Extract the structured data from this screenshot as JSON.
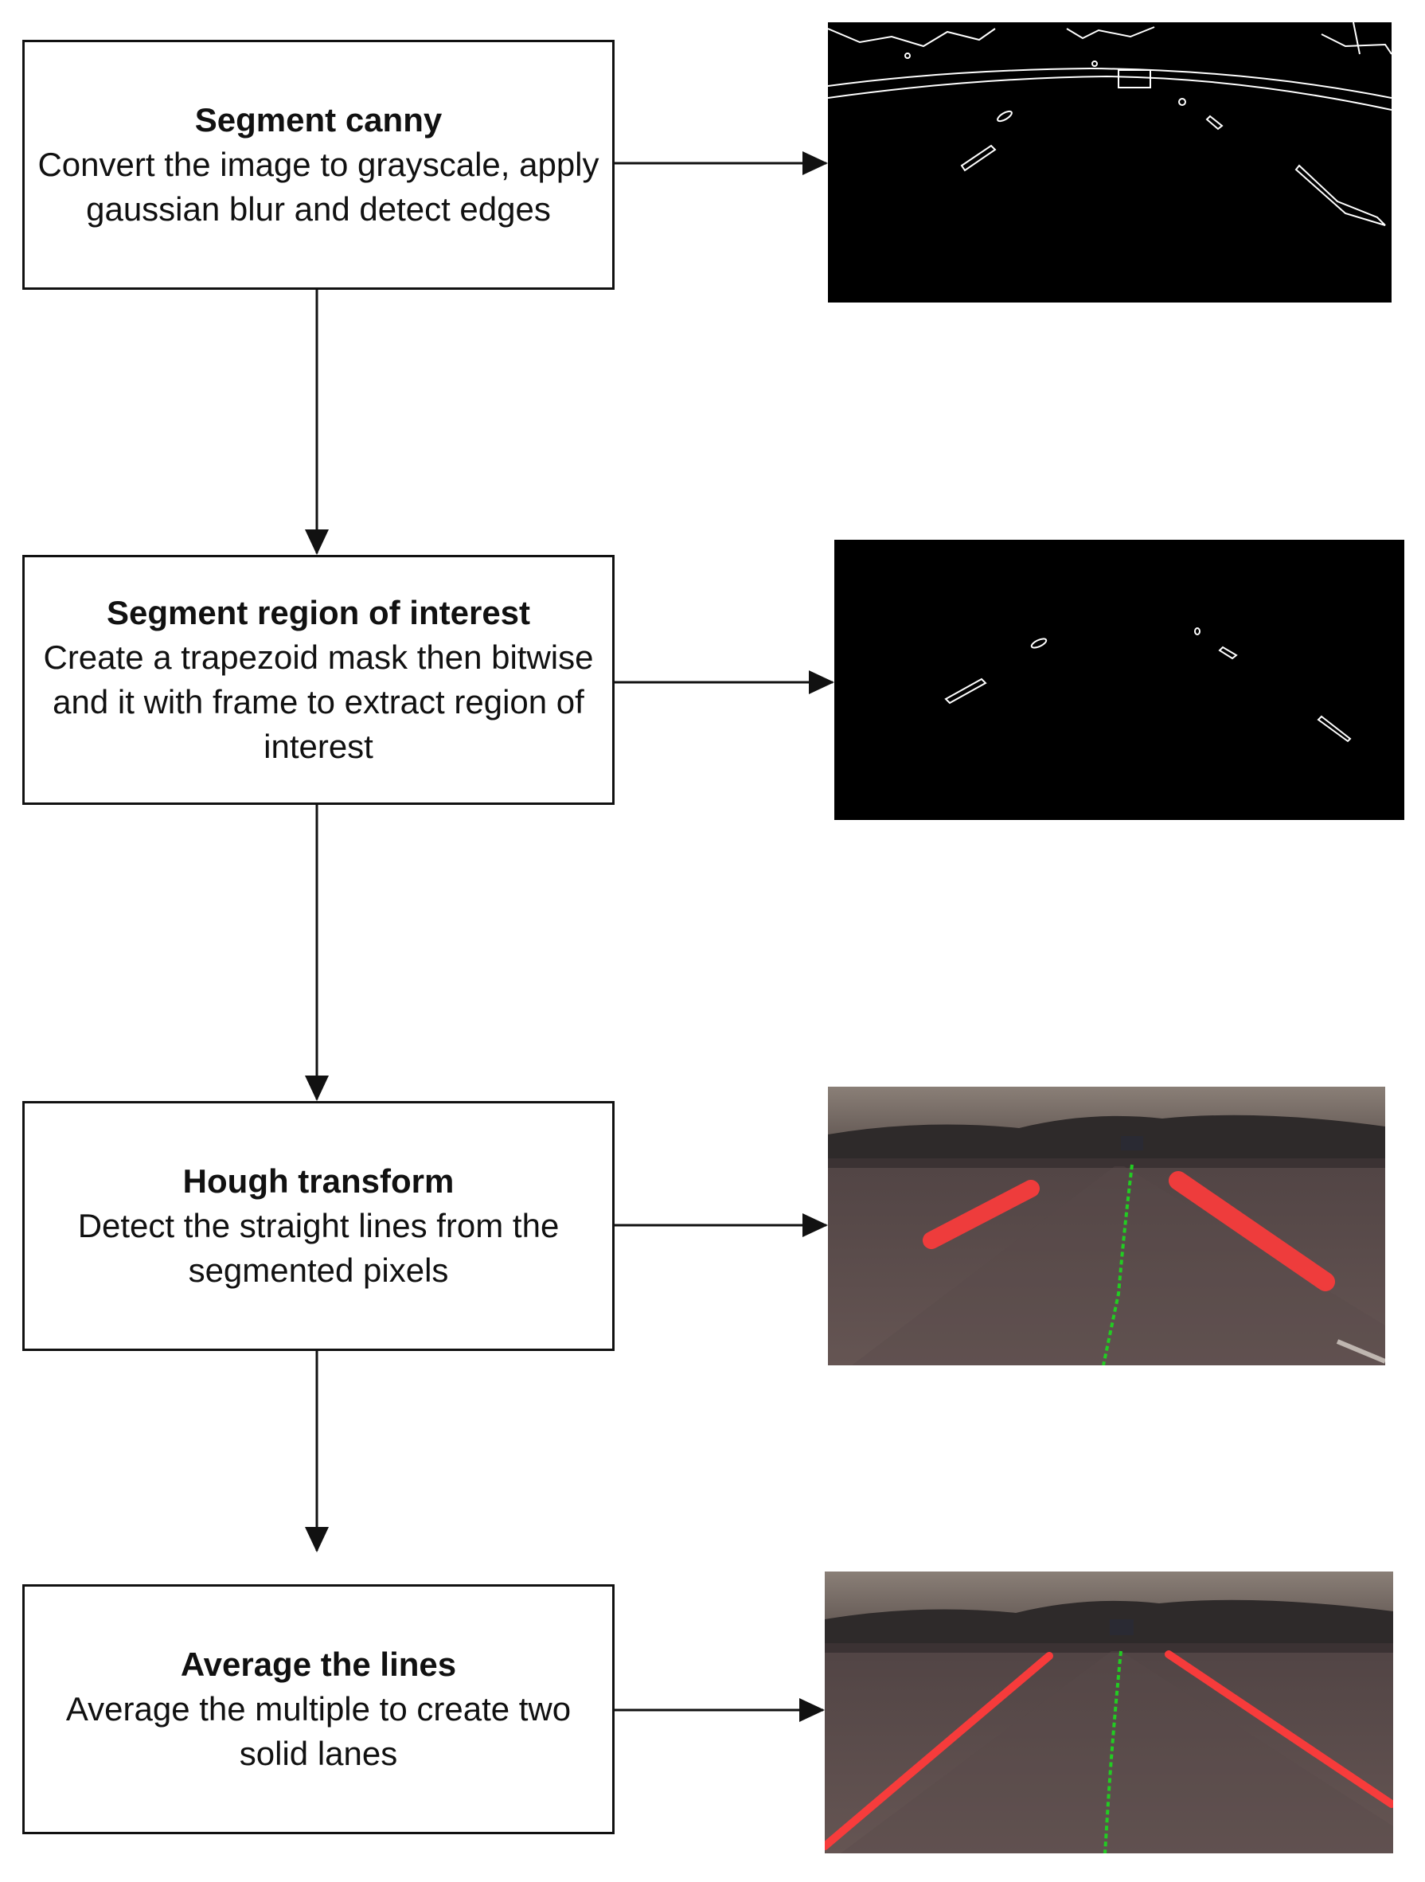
{
  "steps": [
    {
      "title": "Segment canny",
      "description": "Convert the image to grayscale, apply gaussian blur and detect edges",
      "thumbnail": "canny-edge-output"
    },
    {
      "title": "Segment region of interest",
      "description": "Create a trapezoid mask then bitwise and it with frame to extract region of interest",
      "thumbnail": "masked-roi-output"
    },
    {
      "title": "Hough transform",
      "description": "Detect the straight lines from the segmented pixels",
      "thumbnail": "hough-lines-road-frame"
    },
    {
      "title": "Average the lines",
      "description": "Average the multiple to create two solid lanes",
      "thumbnail": "averaged-lanes-road-frame"
    }
  ],
  "colors": {
    "box_border": "#111111",
    "edge_stroke": "#ffffff",
    "edge_background": "#000000",
    "lane_overlay": "#ff3b3b",
    "center_path": "#22cc22"
  }
}
